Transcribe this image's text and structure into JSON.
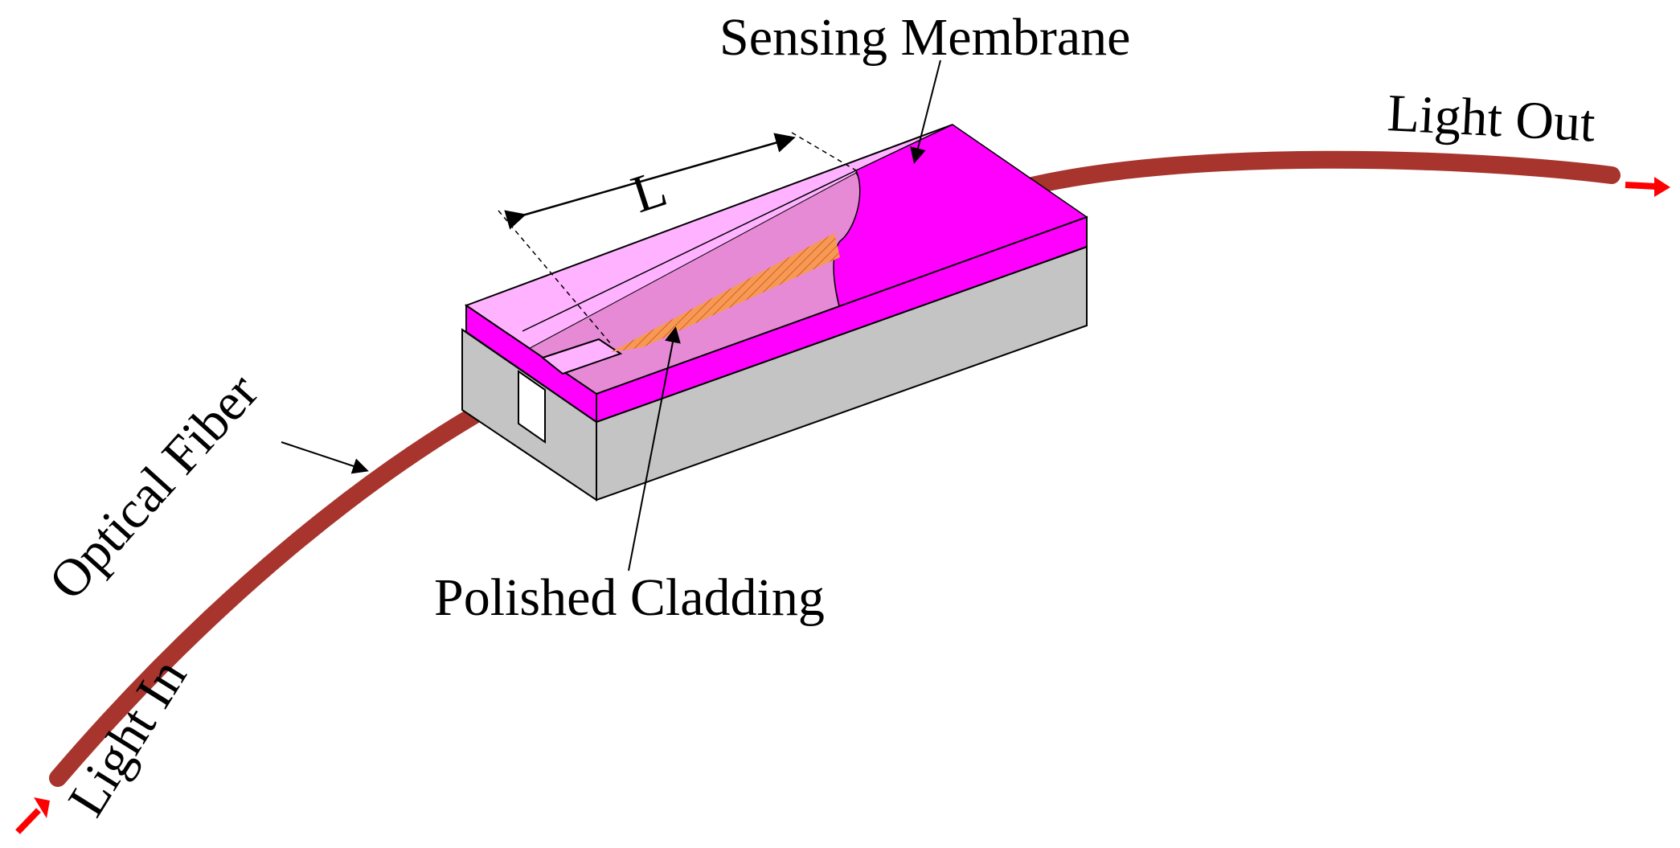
{
  "labels": {
    "sensing_membrane": "Sensing Membrane",
    "light_out": "Light Out",
    "length": "L",
    "optical_fiber": "Optical Fiber",
    "polished_cladding": "Polished Cladding",
    "light_in": "Light In"
  },
  "colors": {
    "fiber": "#a7342d",
    "membrane": "#ff00ff",
    "membrane_translucent": "#ffb2ff",
    "membrane_cut_region": "#e68ad6",
    "block_top_gray": "#c0c0c0",
    "block_side": "#c4c4c4",
    "polished_cladding": "#f59a55",
    "arrow_red": "#ff0000",
    "line": "#000000"
  }
}
